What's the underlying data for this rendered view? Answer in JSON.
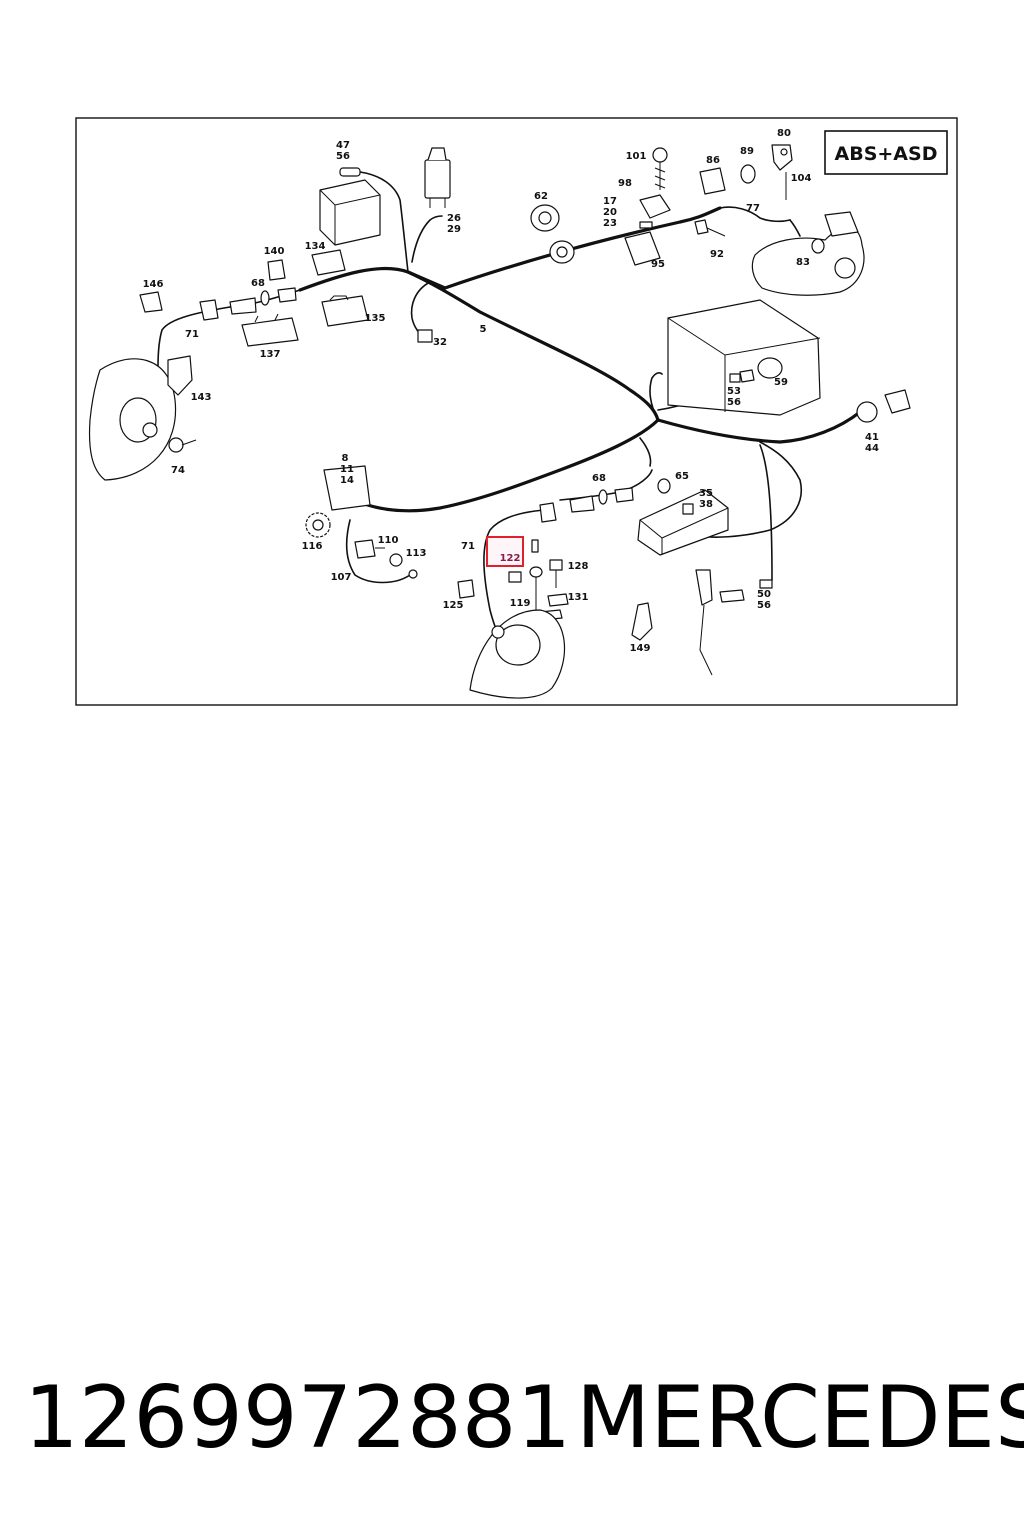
{
  "diagram": {
    "badge": "ABS+ASD",
    "highlighted_part": "122",
    "callouts": [
      {
        "id": "c47",
        "text": "47"
      },
      {
        "id": "c56a",
        "text": "56"
      },
      {
        "id": "c26",
        "text": "26"
      },
      {
        "id": "c29",
        "text": "29"
      },
      {
        "id": "c62",
        "text": "62"
      },
      {
        "id": "c17",
        "text": "17"
      },
      {
        "id": "c20",
        "text": "20"
      },
      {
        "id": "c23",
        "text": "23"
      },
      {
        "id": "c98",
        "text": "98"
      },
      {
        "id": "c101",
        "text": "101"
      },
      {
        "id": "c86",
        "text": "86"
      },
      {
        "id": "c89",
        "text": "89"
      },
      {
        "id": "c80",
        "text": "80"
      },
      {
        "id": "c104",
        "text": "104"
      },
      {
        "id": "c77",
        "text": "77"
      },
      {
        "id": "c95",
        "text": "95"
      },
      {
        "id": "c92",
        "text": "92"
      },
      {
        "id": "c83",
        "text": "83"
      },
      {
        "id": "c140",
        "text": "140"
      },
      {
        "id": "c134",
        "text": "134"
      },
      {
        "id": "c146",
        "text": "146"
      },
      {
        "id": "c68a",
        "text": "68"
      },
      {
        "id": "c71a",
        "text": "71"
      },
      {
        "id": "c135",
        "text": "135"
      },
      {
        "id": "c137",
        "text": "137"
      },
      {
        "id": "c32",
        "text": "32"
      },
      {
        "id": "c5",
        "text": "5"
      },
      {
        "id": "c143",
        "text": "143"
      },
      {
        "id": "c74",
        "text": "74"
      },
      {
        "id": "c59",
        "text": "59"
      },
      {
        "id": "c53",
        "text": "53"
      },
      {
        "id": "c56b",
        "text": "56"
      },
      {
        "id": "c41",
        "text": "41"
      },
      {
        "id": "c44",
        "text": "44"
      },
      {
        "id": "c8",
        "text": "8"
      },
      {
        "id": "c11",
        "text": "11"
      },
      {
        "id": "c14",
        "text": "14"
      },
      {
        "id": "c68b",
        "text": "68"
      },
      {
        "id": "c65",
        "text": "65"
      },
      {
        "id": "c35",
        "text": "35"
      },
      {
        "id": "c38",
        "text": "38"
      },
      {
        "id": "c116",
        "text": "116"
      },
      {
        "id": "c110",
        "text": "110"
      },
      {
        "id": "c113",
        "text": "113"
      },
      {
        "id": "c107",
        "text": "107"
      },
      {
        "id": "c71b",
        "text": "71"
      },
      {
        "id": "c128",
        "text": "128"
      },
      {
        "id": "c131",
        "text": "131"
      },
      {
        "id": "c125",
        "text": "125"
      },
      {
        "id": "c119",
        "text": "119"
      },
      {
        "id": "c50",
        "text": "50"
      },
      {
        "id": "c56c",
        "text": "56"
      },
      {
        "id": "c149",
        "text": "149"
      }
    ]
  },
  "footer": {
    "part_number": "1269972881",
    "brand": "MERCEDES"
  }
}
